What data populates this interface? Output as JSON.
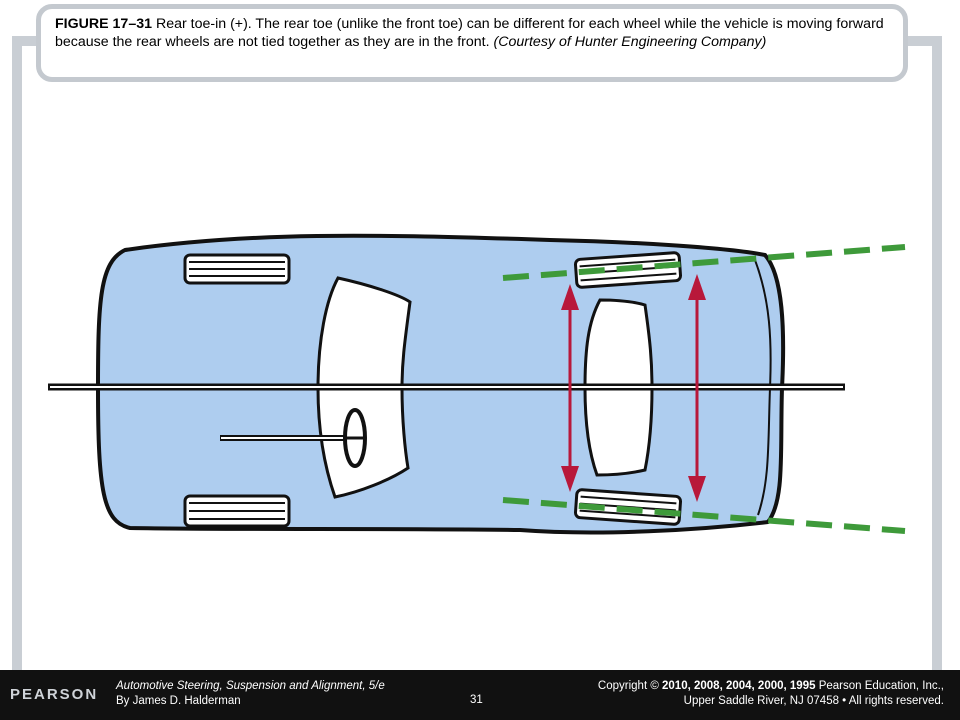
{
  "caption": {
    "figure_label": "FIGURE 17–31",
    "text": " Rear toe-in (+). The rear toe (unlike the front toe) can be different for each wheel while the vehicle is moving forward because the rear wheels are not tied together as they are in the front. ",
    "credit": "(Courtesy of Hunter Engineering Company)"
  },
  "colors": {
    "car_body": "#aecdef",
    "outline": "#111111",
    "toe_line": "#3e9a3a",
    "arrow": "#b8183a",
    "frame": "#c9ced4"
  },
  "footer": {
    "logo": "PEARSON",
    "book_title": "Automotive Steering, Suspension and Alignment,",
    "edition": " 5/e",
    "author": "By James D. Halderman",
    "page_number": "31",
    "copyright_prefix": "Copyright © ",
    "copyright_years": "2010, 2008, 2004, 2000, 1995",
    "copyright_holder": " Pearson Education, Inc.,",
    "copyright_line2": "Upper Saddle River, NJ 07458 • All rights reserved."
  }
}
